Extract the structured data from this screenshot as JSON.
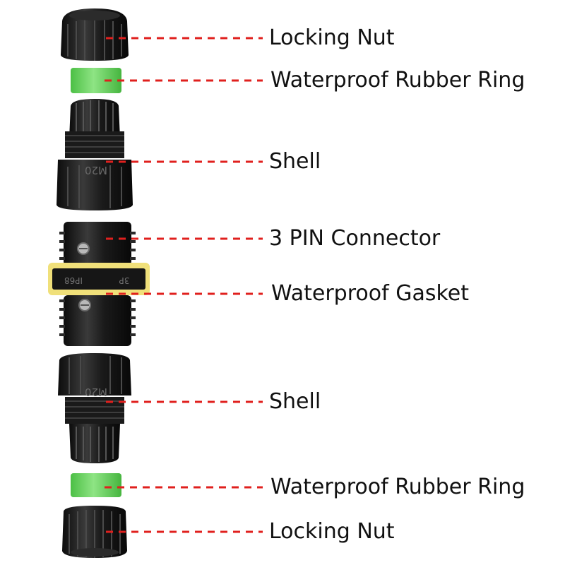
{
  "colors": {
    "leader_line": "#e0201e",
    "rubber_ring": "#66d45a",
    "gasket": "#f0e07a",
    "plastic": "#1d1d1d"
  },
  "parts_order": [
    "locking-nut",
    "rubber-ring",
    "shell",
    "connector",
    "gasket",
    "shell",
    "rubber-ring",
    "locking-nut"
  ],
  "body_markings": {
    "shell_thread": "M20",
    "connector_band_left": "IP68",
    "connector_band_right": "3P"
  },
  "labels": [
    {
      "id": "locking-nut-top",
      "text": "Locking Nut"
    },
    {
      "id": "rubber-ring-top",
      "text": "Waterproof Rubber Ring"
    },
    {
      "id": "shell-top",
      "text": "Shell"
    },
    {
      "id": "pin-connector",
      "text": "3 PIN Connector"
    },
    {
      "id": "gasket",
      "text": "Waterproof Gasket"
    },
    {
      "id": "shell-bottom",
      "text": "Shell"
    },
    {
      "id": "rubber-ring-bottom",
      "text": "Waterproof Rubber Ring"
    },
    {
      "id": "locking-nut-bottom",
      "text": "Locking Nut"
    }
  ]
}
